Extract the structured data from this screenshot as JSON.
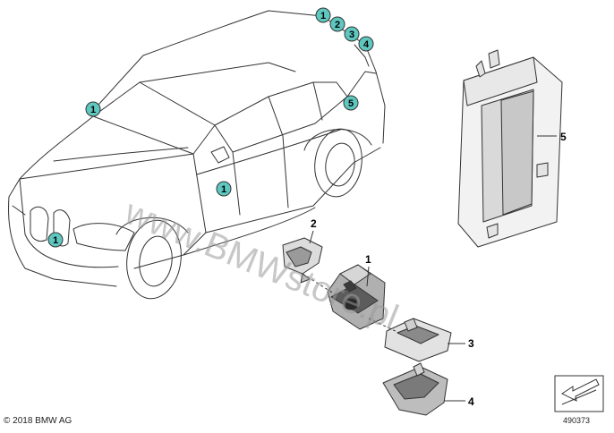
{
  "diagram": {
    "copyright": "© 2018 BMW AG",
    "document_number": "490373",
    "watermark": "www.BMWstore.pl",
    "callout_color": "#5ec8c0",
    "car_callouts": [
      "1",
      "2",
      "3",
      "4",
      "1",
      "5",
      "1",
      "1"
    ],
    "part_labels": [
      "5",
      "2",
      "1",
      "3",
      "4"
    ]
  }
}
